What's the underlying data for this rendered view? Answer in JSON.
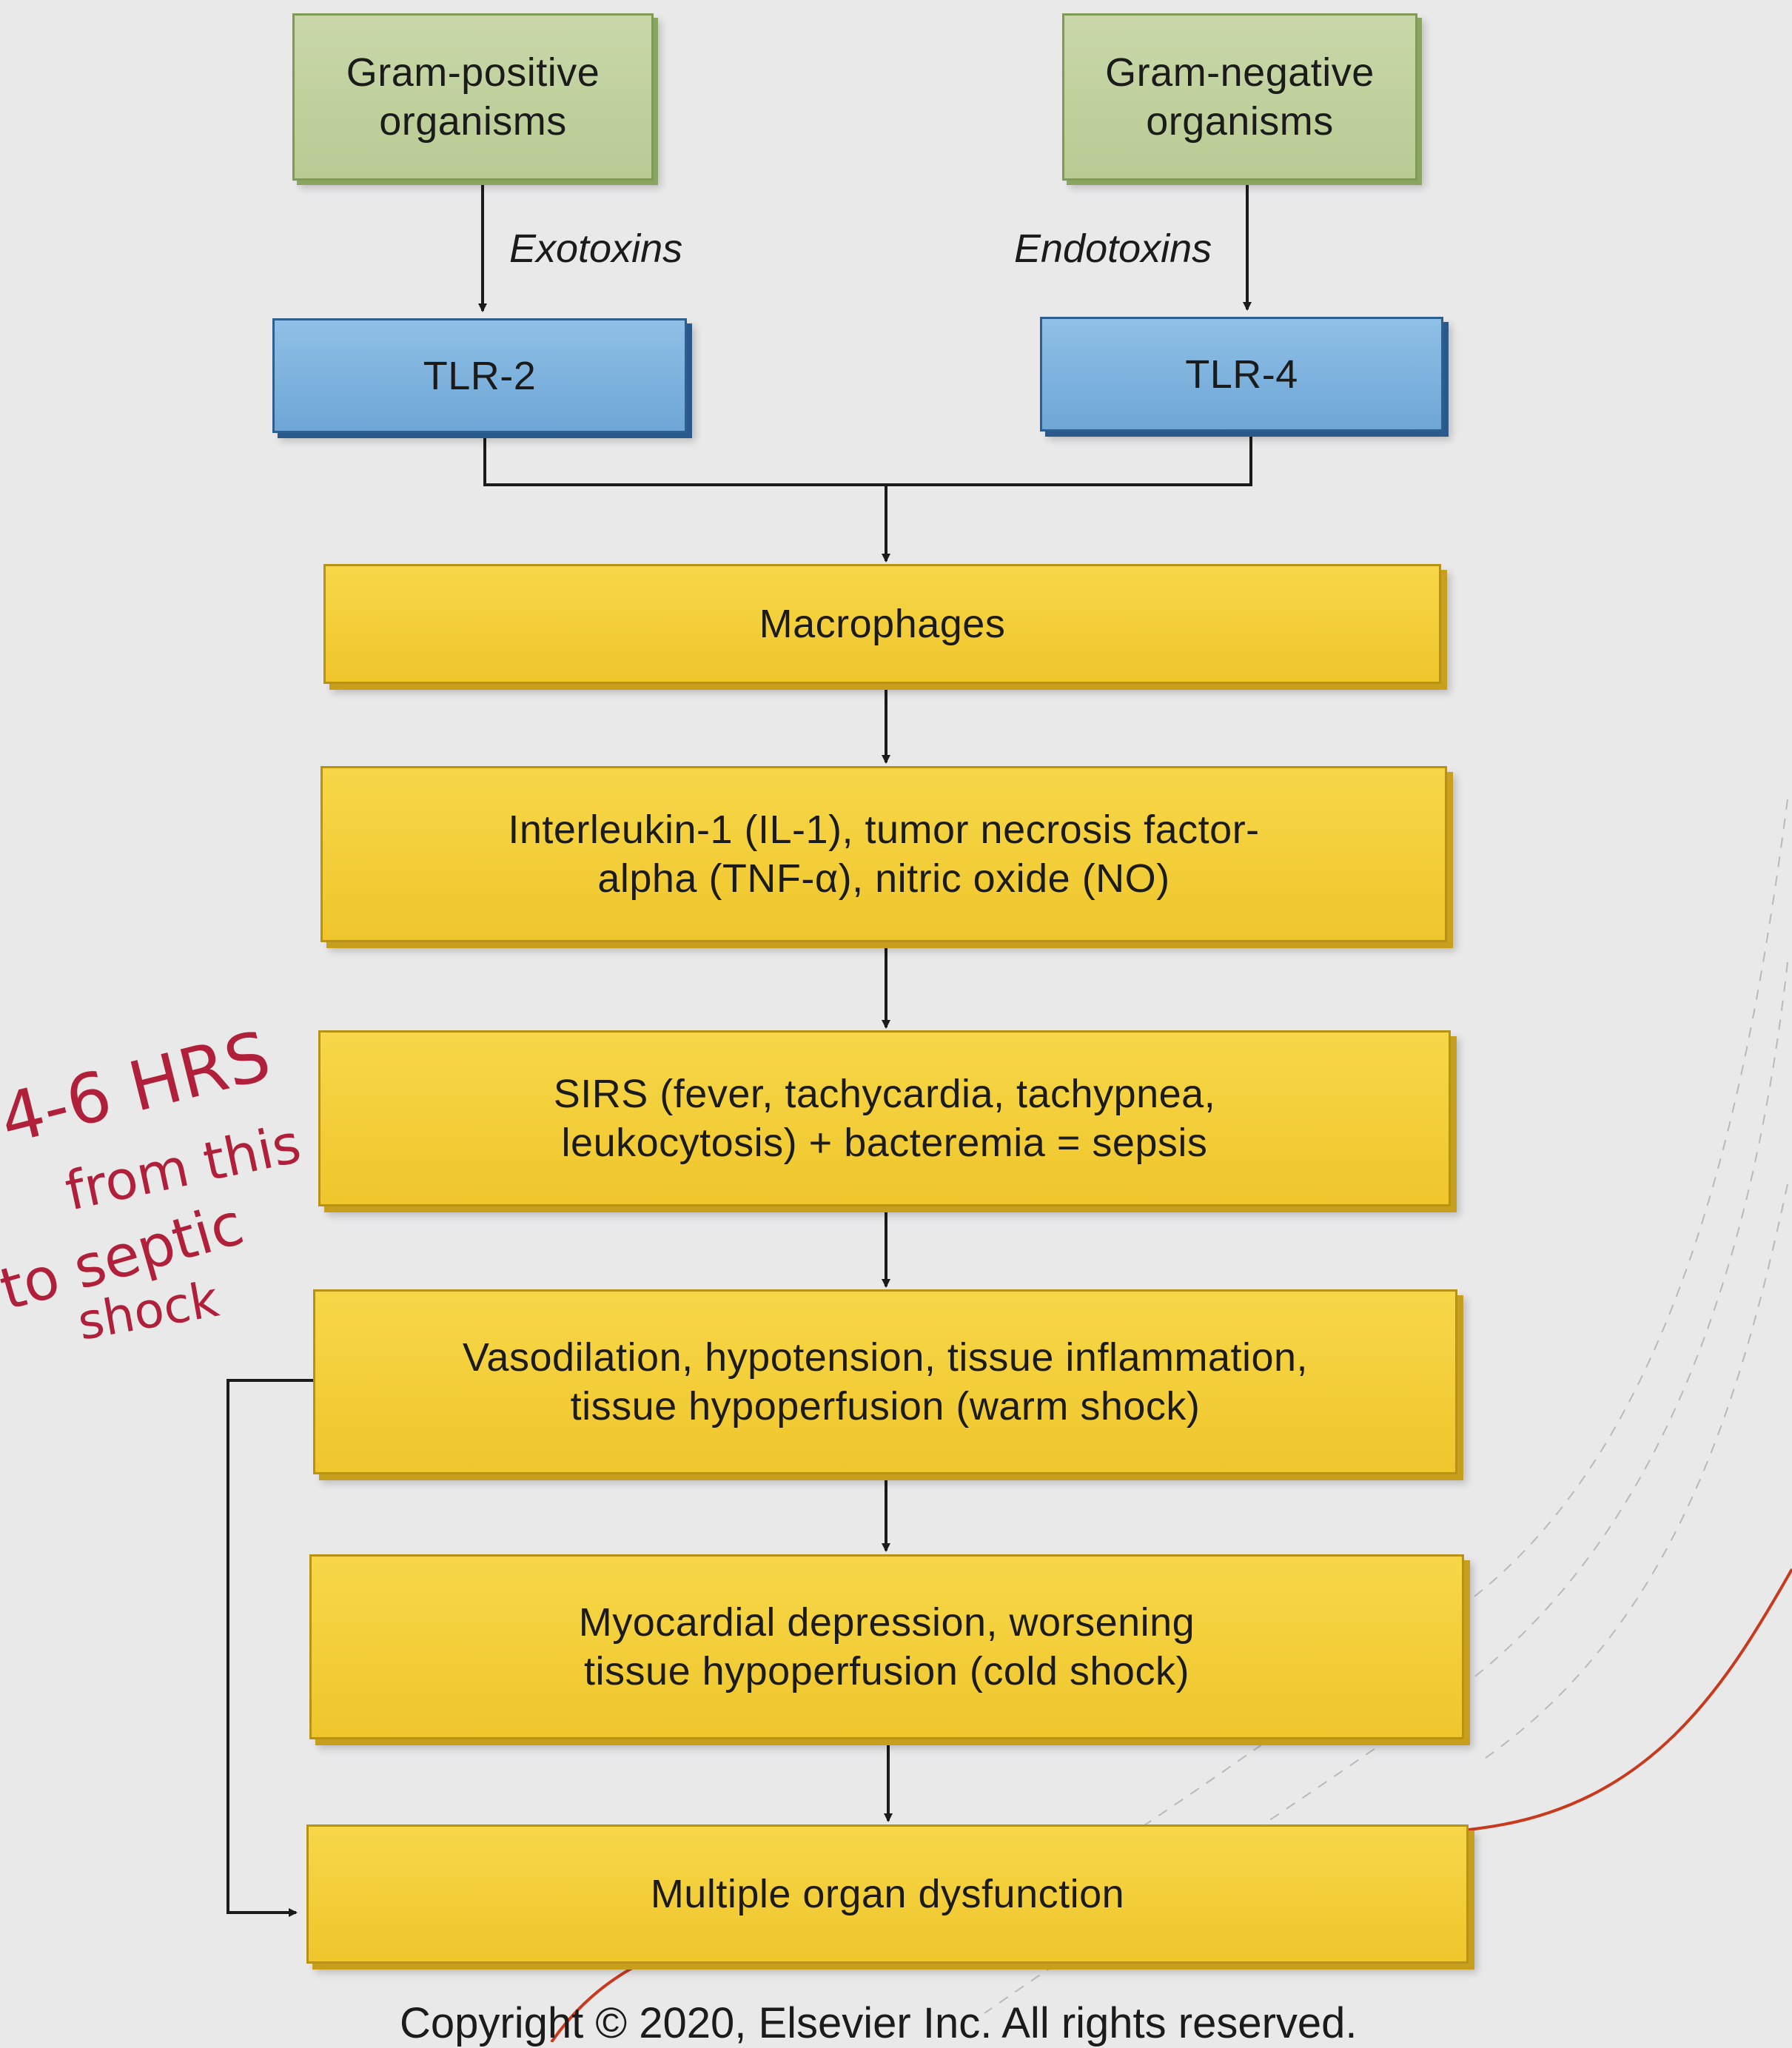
{
  "sources": {
    "gram_positive": "Gram-positive organisms",
    "gram_negative": "Gram-negative organisms"
  },
  "edges": {
    "exotoxins": "Exotoxins",
    "endotoxins": "Endotoxins"
  },
  "receptors": {
    "tlr2": "TLR-2",
    "tlr4": "TLR-4"
  },
  "steps": {
    "macrophages": "Macrophages",
    "cytokines": "Interleukin-1 (IL-1), tumor necrosis factor-alpha (TNF-α), nitric oxide (NO)",
    "sirs": "SIRS (fever, tachycardia, tachypnea, leukocytosis) + bacteremia = sepsis",
    "warm_shock": "Vasodilation, hypotension, tissue inflammation, tissue hypoperfusion (warm shock)",
    "cold_shock": "Myocardial depression, worsening tissue hypoperfusion (cold shock)",
    "mod": "Multiple organ dysfunction"
  },
  "annotation": {
    "line1": "4-6 HRS",
    "line2": "from this",
    "line3": "to septic",
    "line4": "shock"
  },
  "copyright": "Copyright © 2020, Elsevier Inc. All rights reserved.",
  "colors": {
    "source_fill": "#c3d29f",
    "receptor_fill": "#7fb3de",
    "step_fill": "#f2ca33",
    "annotation_ink": "#b0203a"
  }
}
